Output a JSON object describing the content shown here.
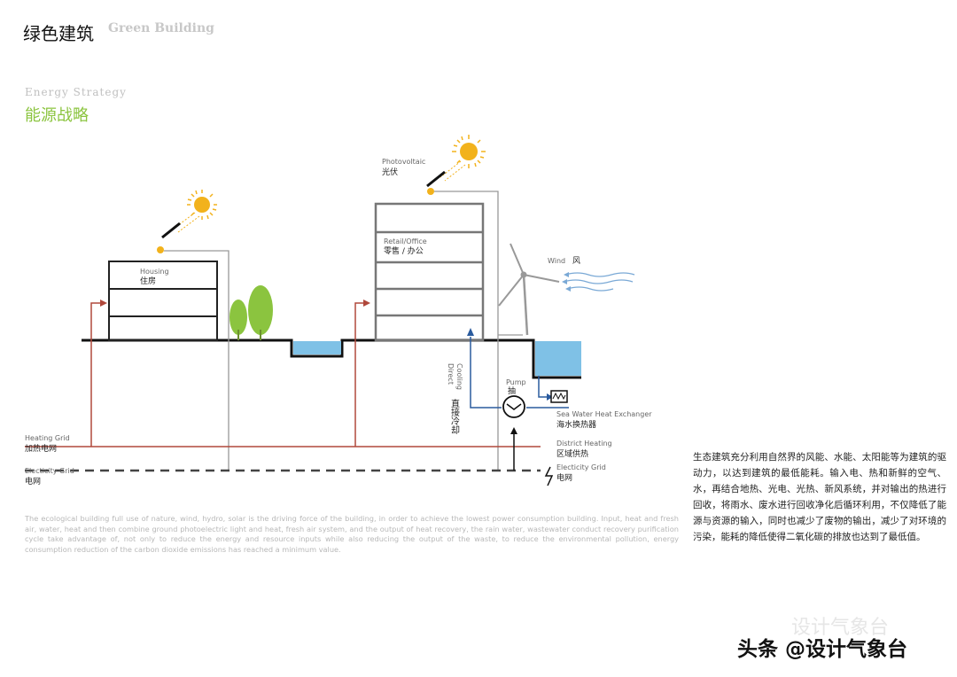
{
  "header": {
    "title_cn": "绿色建筑",
    "title_en": "Green Building"
  },
  "section": {
    "title_en": "Energy Strategy",
    "title_cn": "能源战略"
  },
  "diagram": {
    "labels": {
      "photovoltaic_en": "Photovoltaic",
      "photovoltaic_cn": "光伏",
      "housing_en": "Housing",
      "housing_cn": "住房",
      "retail_en": "Retail/Office",
      "retail_cn": "零售 / 办公",
      "wind_en": "Wind",
      "wind_cn": "风",
      "cooling_en_1": "Cooling",
      "cooling_en_2": "Direct",
      "cooling_cn": "直接冷却",
      "pump_en": "Pump",
      "pump_cn": "抽",
      "exchanger_en": "Sea Water Heat Exchanger",
      "exchanger_cn": "海水换热器",
      "heating_grid_en": "Heating Grid",
      "heating_grid_cn": "加热电网",
      "district_heating_en": "District Heating",
      "district_heating_cn": "区域供热",
      "electricity_grid_left_en": "Electicity Grid",
      "electricity_grid_left_cn": "电网",
      "electricity_grid_right_en": "Electicity Grid",
      "electricity_grid_right_cn": "电网"
    },
    "colors": {
      "sun": "#f2b21c",
      "tree": "#8bc43f",
      "water": "#7fc1e6",
      "heating": "#b0483b",
      "building": "#555555",
      "cooling": "#2a5b9e",
      "wind": "#7aa9d6"
    }
  },
  "text": {
    "description_en": "The ecological building full use of nature, wind, hydro, solar is the driving force of the building, in order to achieve the lowest power consumption building. Input, heat and fresh air, water, heat and then combine ground photoelectric light and heat, fresh air system, and the output of heat recovery, the rain water, wastewater conduct recovery purification cycle take advantage of, not only to reduce the energy and resource inputs while also reducing the output of the waste, to reduce the environmental pollution, energy consumption reduction of the carbon dioxide emissions has reached a minimum value.",
    "description_cn": "生态建筑充分利用自然界的风能、水能、太阳能等为建筑的驱动力，以达到建筑的最低能耗。输入电、热和新鲜的空气、水，再结合地热、光电、光热、新风系统，并对输出的热进行回收，将雨水、废水进行回收净化后循环利用，不仅降低了能源与资源的输入，同时也减少了废物的输出，减少了对环境的污染，能耗的降低使得二氧化碳的排放也达到了最低值。"
  },
  "watermark": {
    "faint": "设计气象台",
    "main": "头条 @设计气象台"
  }
}
